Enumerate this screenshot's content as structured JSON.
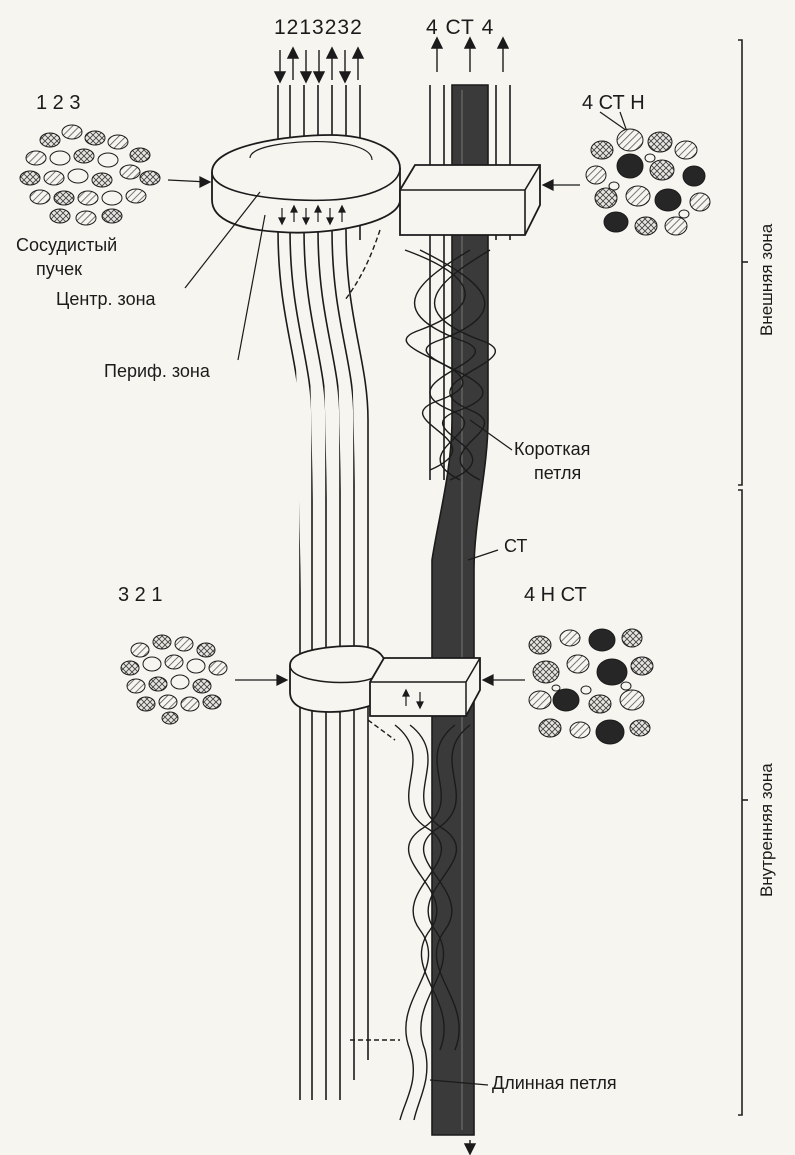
{
  "labels": {
    "top_left_codes": "1213232",
    "top_right_codes": "4 СТ 4",
    "cs_upper_left_numbers": "1    2    3",
    "cs_upper_right": "4 СТ Н",
    "vascular_bundle": "Сосудистый",
    "vascular_bundle_2": "пучек",
    "central_zone": "Центр. зона",
    "peripheral_zone": "Периф. зона",
    "short_loop": "Короткая",
    "short_loop_2": "петля",
    "st": "СТ",
    "cs_lower_left_numbers": "3    2    1",
    "cs_lower_right": "4 Н СТ",
    "long_loop": "Длинная петля"
  },
  "zones": {
    "outer": "Внешняя зона",
    "inner": "Внутренняя зона"
  },
  "colors": {
    "ink": "#1b1b1b",
    "paper": "#f6f5f0",
    "hatch": "#7d7d7d",
    "dark_tubule": "#262626"
  },
  "icons": [
    "cross-section-upper-left",
    "cross-section-upper-right",
    "cross-section-lower-left",
    "cross-section-lower-right"
  ]
}
